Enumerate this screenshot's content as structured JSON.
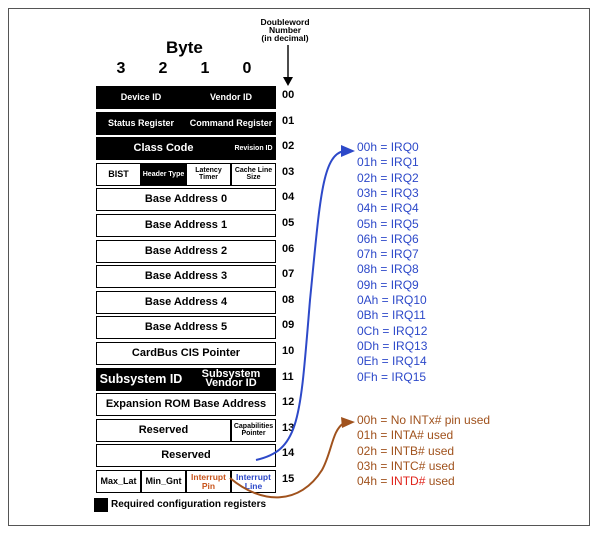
{
  "header": {
    "byte_title": "Byte",
    "byte_numbers": [
      "3",
      "2",
      "1",
      "0"
    ],
    "doubleword_label": [
      "Doubleword",
      "Number",
      "(in decimal)"
    ]
  },
  "rows": [
    {
      "dw": "00",
      "cells": [
        {
          "text": "Device ID",
          "span": 2,
          "req": true
        },
        {
          "text": "Vendor ID",
          "span": 2,
          "req": true
        }
      ]
    },
    {
      "dw": "01",
      "cells": [
        {
          "text": "Status Register",
          "span": 2,
          "req": true
        },
        {
          "text": "Command Register",
          "span": 2,
          "req": true
        }
      ]
    },
    {
      "dw": "02",
      "cells": [
        {
          "text": "Class Code",
          "span": 3,
          "req": true
        },
        {
          "text": "Revision ID",
          "span": 1,
          "req": true
        }
      ]
    },
    {
      "dw": "03",
      "cells": [
        {
          "text": "BIST",
          "span": 1
        },
        {
          "text": "Header Type",
          "span": 1,
          "req": true
        },
        {
          "text": "Latency Timer",
          "span": 1
        },
        {
          "text": "Cache Line Size",
          "span": 1
        }
      ]
    },
    {
      "dw": "04",
      "cells": [
        {
          "text": "Base Address 0",
          "span": 4
        }
      ]
    },
    {
      "dw": "05",
      "cells": [
        {
          "text": "Base Address 1",
          "span": 4
        }
      ]
    },
    {
      "dw": "06",
      "cells": [
        {
          "text": "Base Address 2",
          "span": 4
        }
      ]
    },
    {
      "dw": "07",
      "cells": [
        {
          "text": "Base Address 3",
          "span": 4
        }
      ]
    },
    {
      "dw": "08",
      "cells": [
        {
          "text": "Base Address 4",
          "span": 4
        }
      ]
    },
    {
      "dw": "09",
      "cells": [
        {
          "text": "Base Address 5",
          "span": 4
        }
      ]
    },
    {
      "dw": "10",
      "cells": [
        {
          "text": "CardBus CIS Pointer",
          "span": 4
        }
      ]
    },
    {
      "dw": "11",
      "cells": [
        {
          "text": "Subsystem ID",
          "span": 2,
          "req": true
        },
        {
          "text": "Subsystem Vendor ID",
          "span": 2,
          "req": true
        }
      ]
    },
    {
      "dw": "12",
      "cells": [
        {
          "text": "Expansion ROM Base Address",
          "span": 4
        }
      ]
    },
    {
      "dw": "13",
      "cells": [
        {
          "text": "Reserved",
          "span": 3
        },
        {
          "text": "Capabilities Pointer",
          "span": 1
        }
      ]
    },
    {
      "dw": "14",
      "cells": [
        {
          "text": "Reserved",
          "span": 4
        }
      ]
    },
    {
      "dw": "15",
      "cells": [
        {
          "text": "Max_Lat",
          "span": 1
        },
        {
          "text": "Min_Gnt",
          "span": 1
        },
        {
          "text": "Interrupt Pin",
          "span": 1,
          "color": "orange"
        },
        {
          "text": "Interrupt Line",
          "span": 1,
          "color": "blue"
        }
      ]
    }
  ],
  "interrupt_line_values": [
    "00h = IRQ0",
    "01h = IRQ1",
    "02h = IRQ2",
    "03h = IRQ3",
    "04h = IRQ4",
    "05h = IRQ5",
    "06h = IRQ6",
    "07h = IRQ7",
    "08h = IRQ8",
    "09h = IRQ9",
    "0Ah = IRQ10",
    "0Bh = IRQ11",
    "0Ch = IRQ12",
    "0Dh = IRQ13",
    "0Eh = IRQ14",
    "0Fh = IRQ15"
  ],
  "interrupt_pin_values": [
    {
      "prefix": "00h = No INTx# pin used",
      "highlight": "",
      "suffix": ""
    },
    {
      "prefix": "01h = INTA# used",
      "highlight": "",
      "suffix": ""
    },
    {
      "prefix": "02h = INTB# used",
      "highlight": "",
      "suffix": ""
    },
    {
      "prefix": "03h = INTC# used",
      "highlight": "",
      "suffix": ""
    },
    {
      "prefix": "04h = ",
      "highlight": "INTD#",
      "suffix": " used"
    }
  ],
  "legend": {
    "text": "Required configuration registers"
  },
  "colors": {
    "required": "#000000",
    "interrupt_line": "#2d49c9",
    "interrupt_pin": "#a0521d",
    "highlight": "#e0241c"
  }
}
